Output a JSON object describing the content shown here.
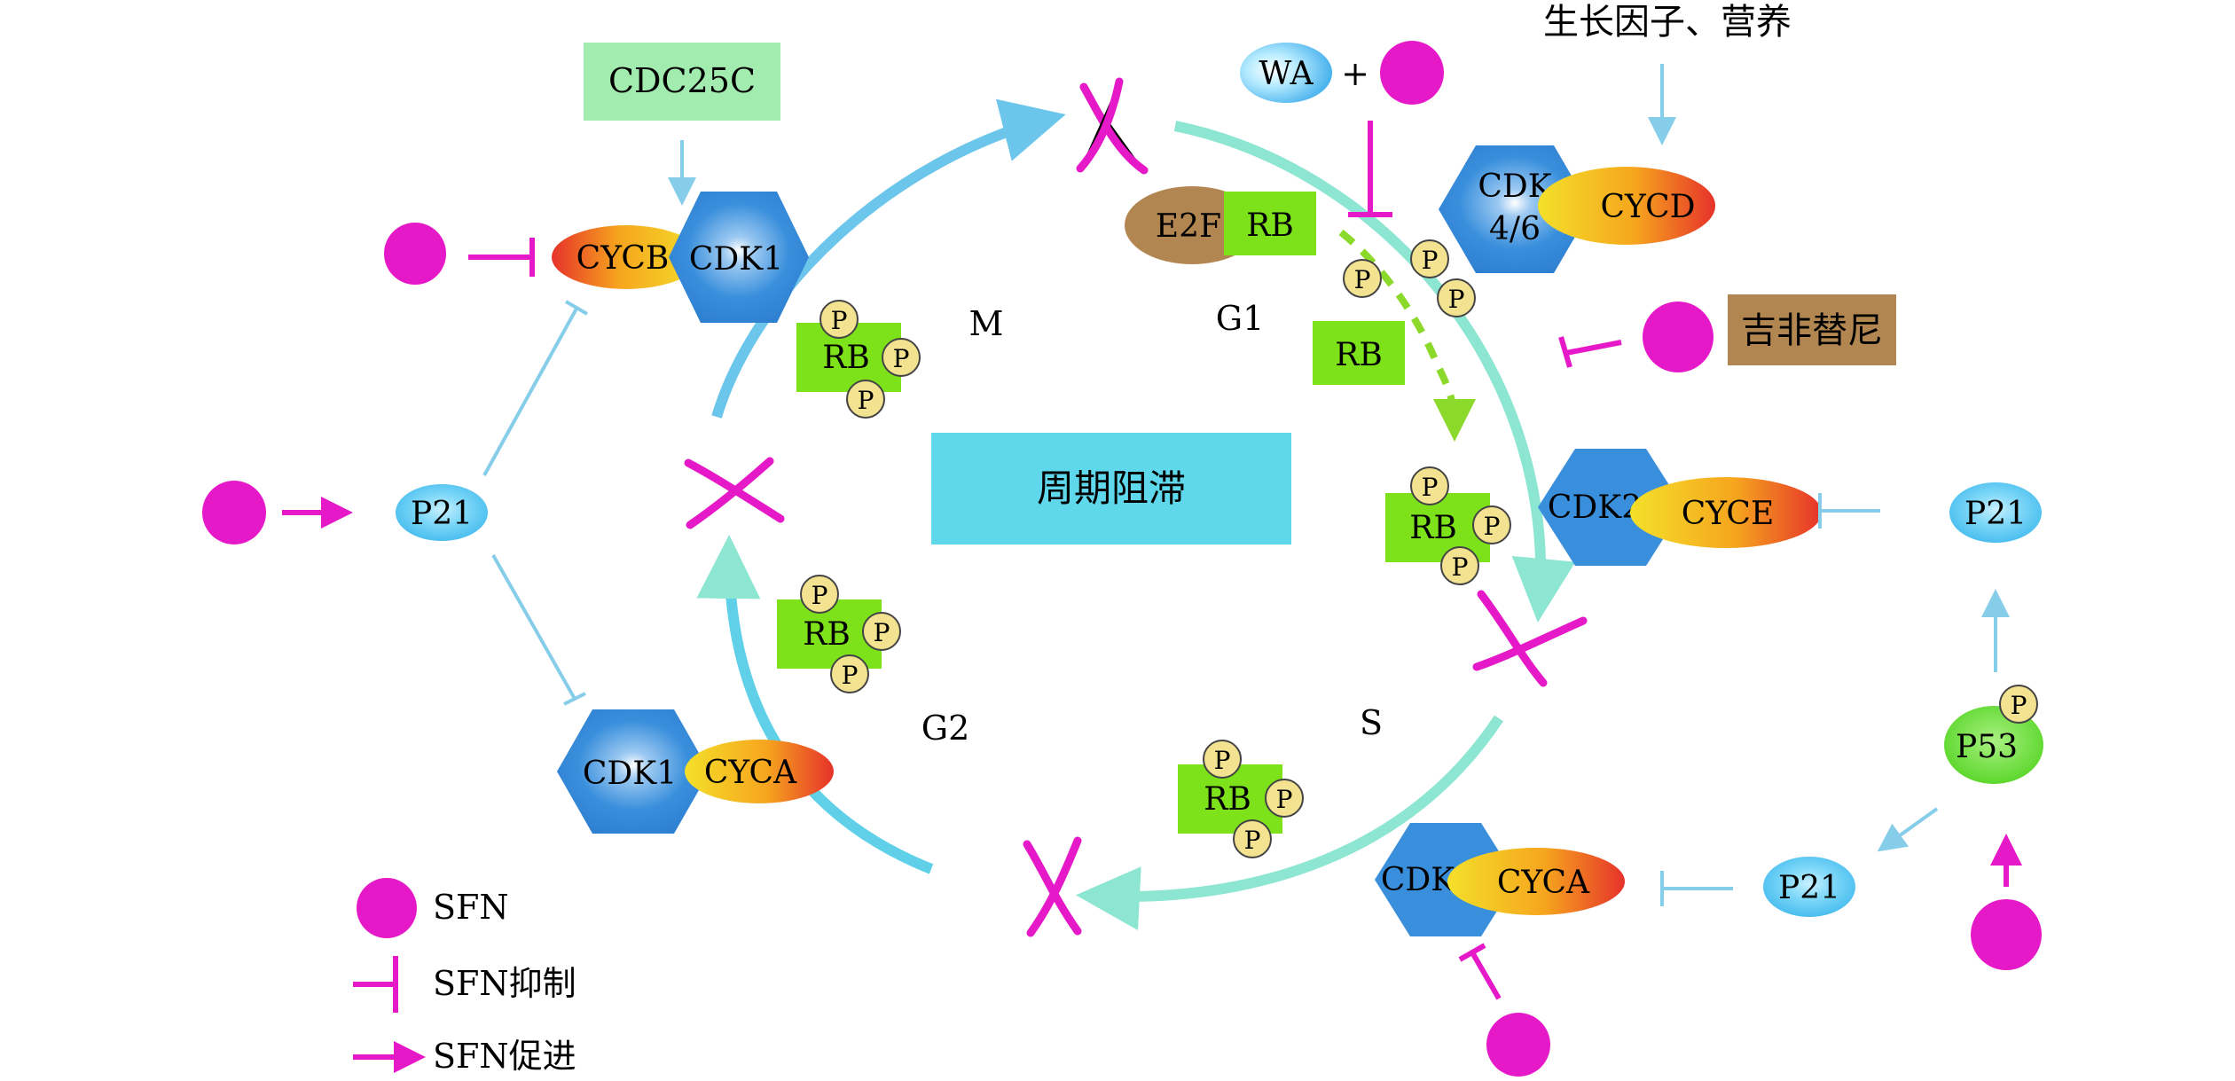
{
  "header": {
    "growth_factor_label": "生长因子、营养"
  },
  "center": {
    "arrest_label": "周期阻滞",
    "phases": {
      "m": "M",
      "g1": "G1",
      "s": "S",
      "g2": "G2"
    }
  },
  "top_left": {
    "cdc25c": "CDC25C",
    "cycb": "CYCB",
    "cdk1": "CDK1"
  },
  "left": {
    "p21": "P21",
    "cdk1": "CDK1",
    "cyca": "CYCA"
  },
  "top_right": {
    "wa": "WA",
    "plus": "+",
    "e2f": "E2F",
    "rb": "RB",
    "rb_free": "RB",
    "cdk46_line1": "CDK",
    "cdk46_line2": "4/6",
    "cycd": "CYCD",
    "gefitinib_plus": "+",
    "gefitinib": "吉非替尼"
  },
  "right": {
    "cdk2": "CDK2",
    "cyce": "CYCE",
    "p21_top": "P21",
    "p53": "P53",
    "p21_bottom": "P21",
    "cdk2_bottom": "CDK2",
    "cyca_bottom": "CYCA"
  },
  "phospho": {
    "rb": "RB",
    "p": "P"
  },
  "legend": {
    "sfn": "SFN",
    "inhibit": "SFN抑制",
    "promote": "SFN促进"
  },
  "colors": {
    "sfn_magenta": "#e619c8",
    "cycle_blue": "#6cc5ea",
    "cycle_teal": "#8de6d2",
    "hexagon_blue": "#3a8fdc",
    "rb_green": "#7ee21b",
    "cdc25c_green": "#a3ecb0",
    "gefitinib_brown": "#b28650",
    "e2f_brown": "#b28650",
    "p21_cyan": "#59c7f0",
    "p53_green": "#5fdc2c",
    "p_yellow": "#f3e391",
    "arrest_cyan": "#5fd8ec"
  }
}
